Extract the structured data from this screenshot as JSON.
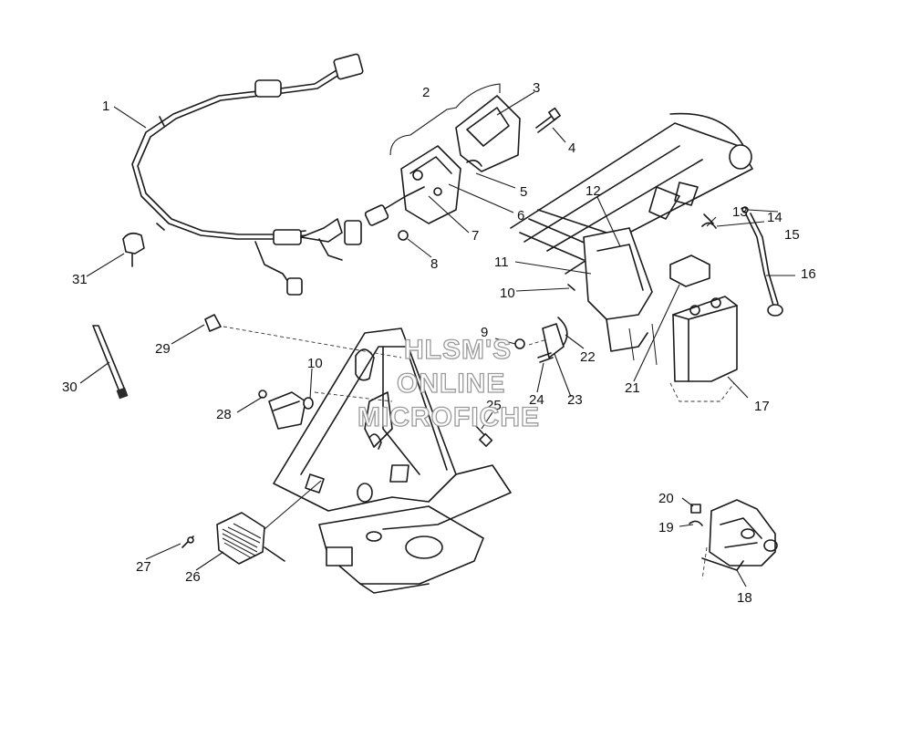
{
  "watermark": {
    "lines": [
      "HLSM'S",
      "ONLINE",
      "MICROFICHE"
    ],
    "stroke_color": "#9a9a9a"
  },
  "callouts": {
    "c1": "1",
    "c2": "2",
    "c3": "3",
    "c4": "4",
    "c5": "5",
    "c6": "6",
    "c7": "7",
    "c8": "8",
    "c9": "9",
    "c10a": "10",
    "c10b": "10",
    "c11": "11",
    "c12": "12",
    "c13": "13",
    "c14": "14",
    "c15": "15",
    "c16": "16",
    "c17": "17",
    "c18": "18",
    "c19": "19",
    "c20": "20",
    "c21": "21",
    "c22": "22",
    "c23": "23",
    "c24": "24",
    "c25": "25",
    "c26": "26",
    "c27": "27",
    "c28": "28",
    "c29": "29",
    "c30": "30",
    "c31": "31"
  },
  "colors": {
    "line": "#1a1a1a",
    "background": "#ffffff"
  }
}
